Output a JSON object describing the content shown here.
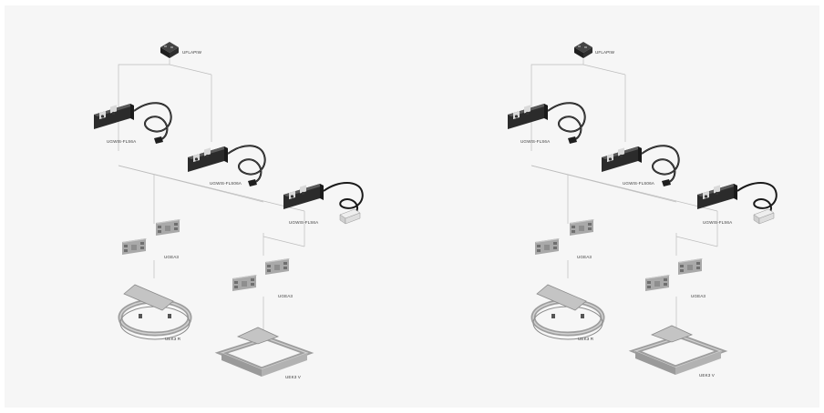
{
  "colors": {
    "background": "#f6f6f6",
    "connector_lines": "#bdbdbd",
    "module_body": "#2b2b2b",
    "module_face": "#4a4a4a",
    "plate_metal": "#a9a9a9",
    "label_text": "#3a3a3a"
  },
  "diagrams": [
    {
      "labels": {
        "cover": "UFLAPIW",
        "unit_a": "UGWIS-FLS6A",
        "unit_b": "UGWIS-FLS06A",
        "unit_c": "UGWIS-FLS6A",
        "plate_a": "UGEA3",
        "plate_b": "UGEA3",
        "frame_round": "UEK3 R",
        "frame_square": "UEK3 V"
      }
    },
    {
      "labels": {
        "cover": "UFLAPIW",
        "unit_a": "UGWIS-FLS6A",
        "unit_b": "UGWIS-FLS06A",
        "unit_c": "UGWIS-FLS6A",
        "plate_a": "UGEA3",
        "plate_b": "UGEA3",
        "frame_round": "UEK3 R",
        "frame_square": "UEK3 V"
      }
    }
  ]
}
